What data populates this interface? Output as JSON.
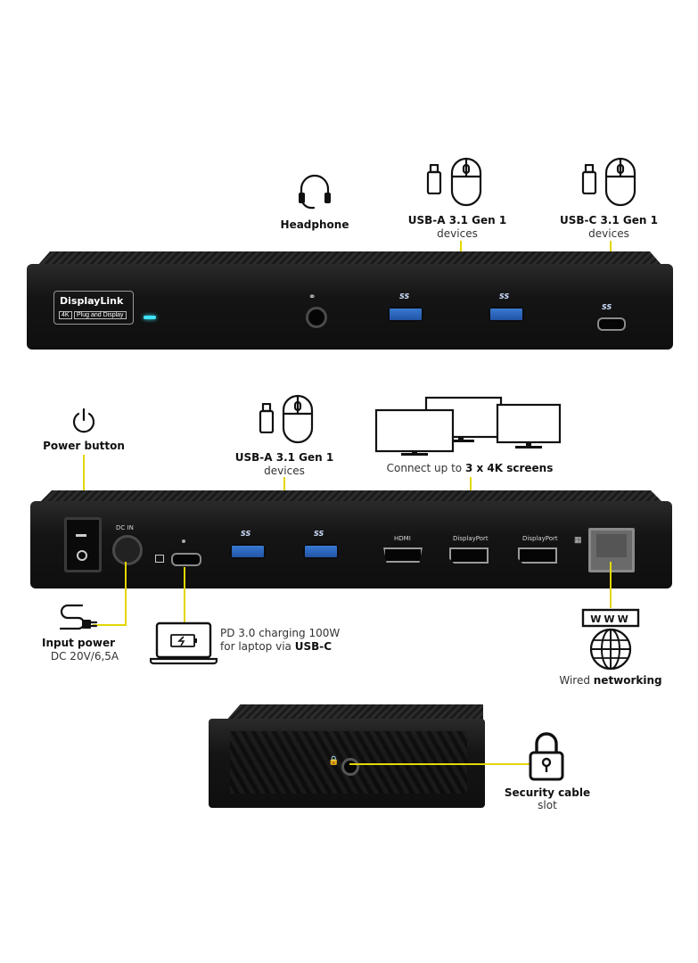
{
  "front": {
    "brand": "DisplayLink",
    "brand_sub_a": "4K",
    "brand_sub_b": "Plug and Display",
    "ss_mark": "SS",
    "headphone_label": "Headphone",
    "usba_label": "USB-A 3.1 Gen 1",
    "usba_sub": "devices",
    "usbc_label": "USB-C 3.1 Gen 1",
    "usbc_sub": "devices"
  },
  "rear": {
    "power_label": "Power button",
    "dc_in": "DC IN",
    "usba_label": "USB-A 3.1 Gen 1",
    "usba_sub": "devices",
    "screens_prefix": "Connect up to ",
    "screens_bold": "3 x 4K screens",
    "hdmi": "HDMI",
    "dp1": "DisplayPort",
    "dp2": "DisplayPort",
    "input_power_label": "Input power",
    "input_power_sub": "DC 20V/6,5A",
    "pd_line1": "PD 3.0 charging 100W",
    "pd_line2_prefix": "for laptop via ",
    "pd_line2_bold": "USB-C",
    "www": "WWW",
    "net_prefix": "Wired ",
    "net_bold": "networking"
  },
  "side": {
    "lock_label": "Security cable",
    "lock_sub": "slot"
  },
  "colors": {
    "accent_line": "#e2d700",
    "usb_blue": "#2f6cc4",
    "led": "#3ee6ff"
  }
}
